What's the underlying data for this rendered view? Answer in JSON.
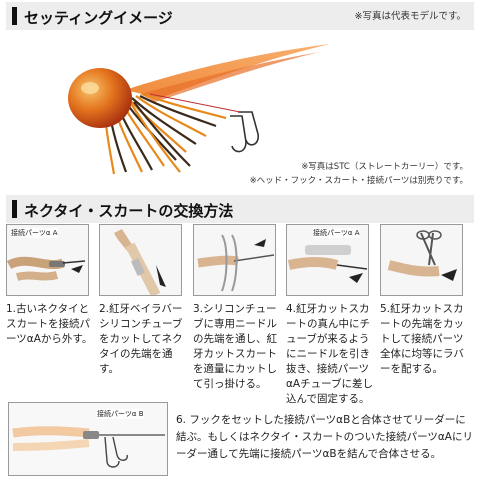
{
  "section1": {
    "title": "セッティングイメージ",
    "photo_note": "※写真は代表モデルです。",
    "stc_note": "※写真はSTC（ストレートカーリー）です。",
    "parts_note": "※ヘッド・フック・スカート・接続パーツは別売りです。"
  },
  "section2": {
    "title": "ネクタイ・スカートの交換方法",
    "steps": [
      {
        "label": "接続パーツα",
        "badge": "A",
        "text": "1.古いネクタイとスカートを接続パーツαAから外す。"
      },
      {
        "label": "",
        "badge": "",
        "text": "2.紅牙ベイラバーシリコンチューブをカットしてネクタイの先端を通す。"
      },
      {
        "label": "",
        "badge": "",
        "text": "3.シリコンチューブに専用ニードルの先端を通し、紅牙カットスカートを適量にカットして引っ掛ける。"
      },
      {
        "label": "接続パーツα",
        "badge": "A",
        "text": "4.紅牙カットスカートの真ん中にチューブが来るようにニードルを引き抜き、接続パーツαAチューブに差し込んで固定する。"
      },
      {
        "label": "",
        "badge": "",
        "text": "5.紅牙カットスカートの先端をカットして接続パーツ全体に均等にラバーを配する。"
      }
    ],
    "step6": {
      "label": "接続パーツα",
      "badge": "B",
      "text": "6. フックをセットした接続パーツαBと合体させてリーダーに結ぶ。もしくはネクタイ・スカートのついた接続パーツαAにリーダー通して先端に接続パーツαBを結んで合体させる。"
    }
  },
  "colors": {
    "head_dark": "#b8401a",
    "head_light": "#f0a24a",
    "tail": "#f07a2a",
    "skirt_orange": "#e8891c",
    "skirt_dark": "#3a2a1a",
    "section_bg": "#ededed"
  }
}
